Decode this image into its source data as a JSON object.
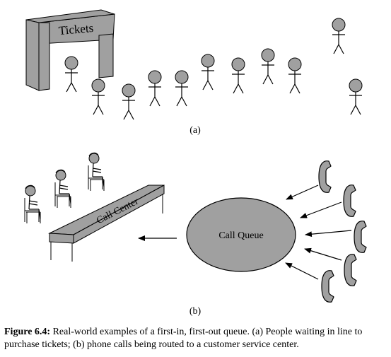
{
  "panel_a": {
    "booth_sign": "Tickets",
    "label": "(a)"
  },
  "panel_b": {
    "desk_label": "Call Center",
    "queue_label": "Call Queue",
    "label": "(b)"
  },
  "caption": {
    "lead": "Figure 6.4:",
    "text": " Real-world examples of a first-in, first-out queue. (a) People waiting in line to purchase tickets; (b) phone calls being routed to a customer service center."
  },
  "colors": {
    "fill_gray": "#a0a0a0",
    "ink": "#000000"
  }
}
